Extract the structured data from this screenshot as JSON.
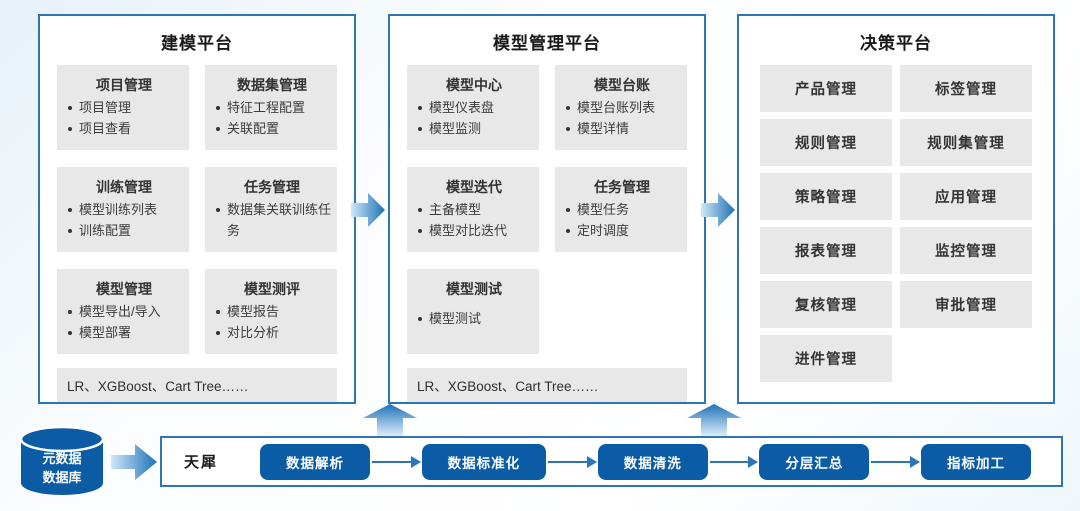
{
  "platforms": [
    {
      "title": "建模平台",
      "cards": [
        {
          "title": "项目管理",
          "bullets": [
            "项目管理",
            "项目查看"
          ]
        },
        {
          "title": "数据集管理",
          "bullets": [
            "特征工程配置",
            "关联配置"
          ]
        },
        {
          "title": "训练管理",
          "bullets": [
            "模型训练列表",
            "训练配置"
          ]
        },
        {
          "title": "任务管理",
          "bullets": [
            "数据集关联训练任务"
          ]
        },
        {
          "title": "模型管理",
          "bullets": [
            "模型导出/导入",
            "模型部署"
          ]
        },
        {
          "title": "模型测评",
          "bullets": [
            "模型报告",
            "对比分析"
          ]
        }
      ],
      "footer": "LR、XGBoost、Cart Tree……"
    },
    {
      "title": "模型管理平台",
      "cards": [
        {
          "title": "模型中心",
          "bullets": [
            "模型仪表盘",
            "模型监测"
          ]
        },
        {
          "title": "模型台账",
          "bullets": [
            "模型台账列表",
            "模型详情"
          ]
        },
        {
          "title": "模型迭代",
          "bullets": [
            "主备模型",
            "模型对比迭代"
          ]
        },
        {
          "title": "任务管理",
          "bullets": [
            "模型任务",
            "定时调度"
          ]
        },
        {
          "title": "模型测试",
          "bullets": [
            "模型测试"
          ]
        }
      ],
      "footer": "LR、XGBoost、Cart Tree……"
    },
    {
      "title": "决策平台",
      "tiles": [
        "产品管理",
        "标签管理",
        "规则管理",
        "规则集管理",
        "策略管理",
        "应用管理",
        "报表管理",
        "监控管理",
        "复核管理",
        "审批管理",
        "进件管理"
      ]
    }
  ],
  "pipeline": {
    "source": {
      "line1": "元数据",
      "line2": "数据库"
    },
    "label": "天犀",
    "steps": [
      "数据解析",
      "数据标准化",
      "数据清洗",
      "分层汇总",
      "指标加工"
    ]
  },
  "colors": {
    "panel_border": "#2e75b6",
    "button_blue": "#0b5ca4",
    "card_gray": "#e8e8e8",
    "arrow_light": "#cfe7f6",
    "arrow_dark": "#1e72b8"
  }
}
